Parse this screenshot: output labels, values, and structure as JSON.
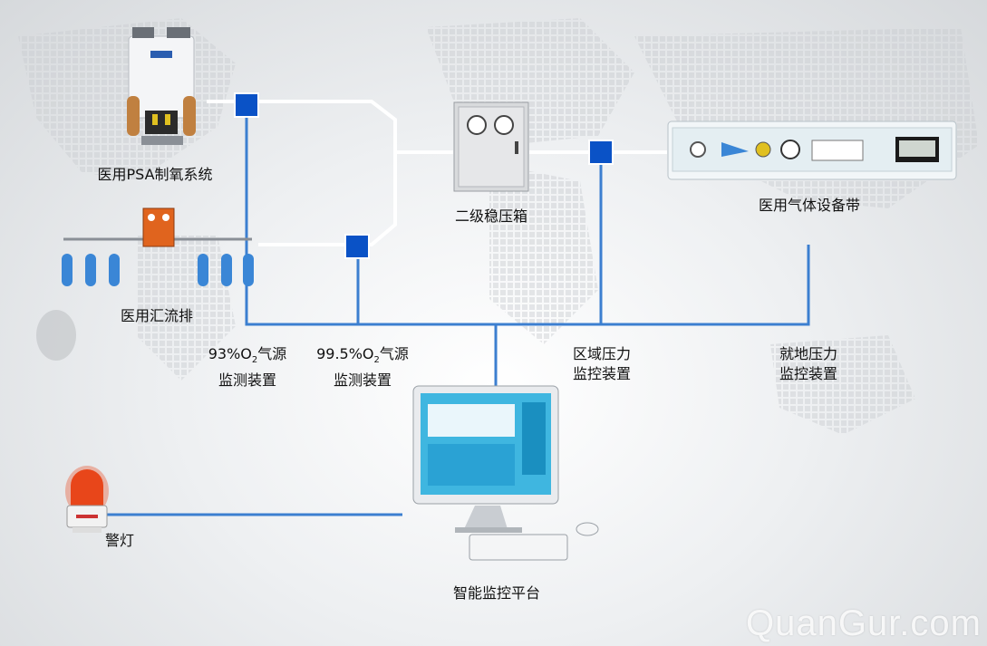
{
  "nodes": {
    "psa": {
      "label": "医用PSA制氧系统"
    },
    "manifold": {
      "label": "医用汇流排"
    },
    "regulator": {
      "label": "二级稳压箱"
    },
    "bedhead": {
      "label": "医用气体设备带"
    },
    "monitor_93": {
      "line1": "93%O",
      "sub": "2",
      "line1_suffix": "气源",
      "line2": "监测装置"
    },
    "monitor_995": {
      "line1": "99.5%O",
      "sub": "2",
      "line1_suffix": "气源",
      "line2": "监测装置"
    },
    "area_pressure": {
      "line1": "区域压力",
      "line2": "监控装置"
    },
    "local_pressure": {
      "line1": "就地压力",
      "line2": "监控装置"
    },
    "platform": {
      "label": "智能监控平台"
    },
    "alarm": {
      "label": "警灯"
    }
  },
  "watermark": "QuanGur.com",
  "colors": {
    "pipe": "#ffffff",
    "signal": "#3c7fd0",
    "node": "#0a52c6"
  }
}
